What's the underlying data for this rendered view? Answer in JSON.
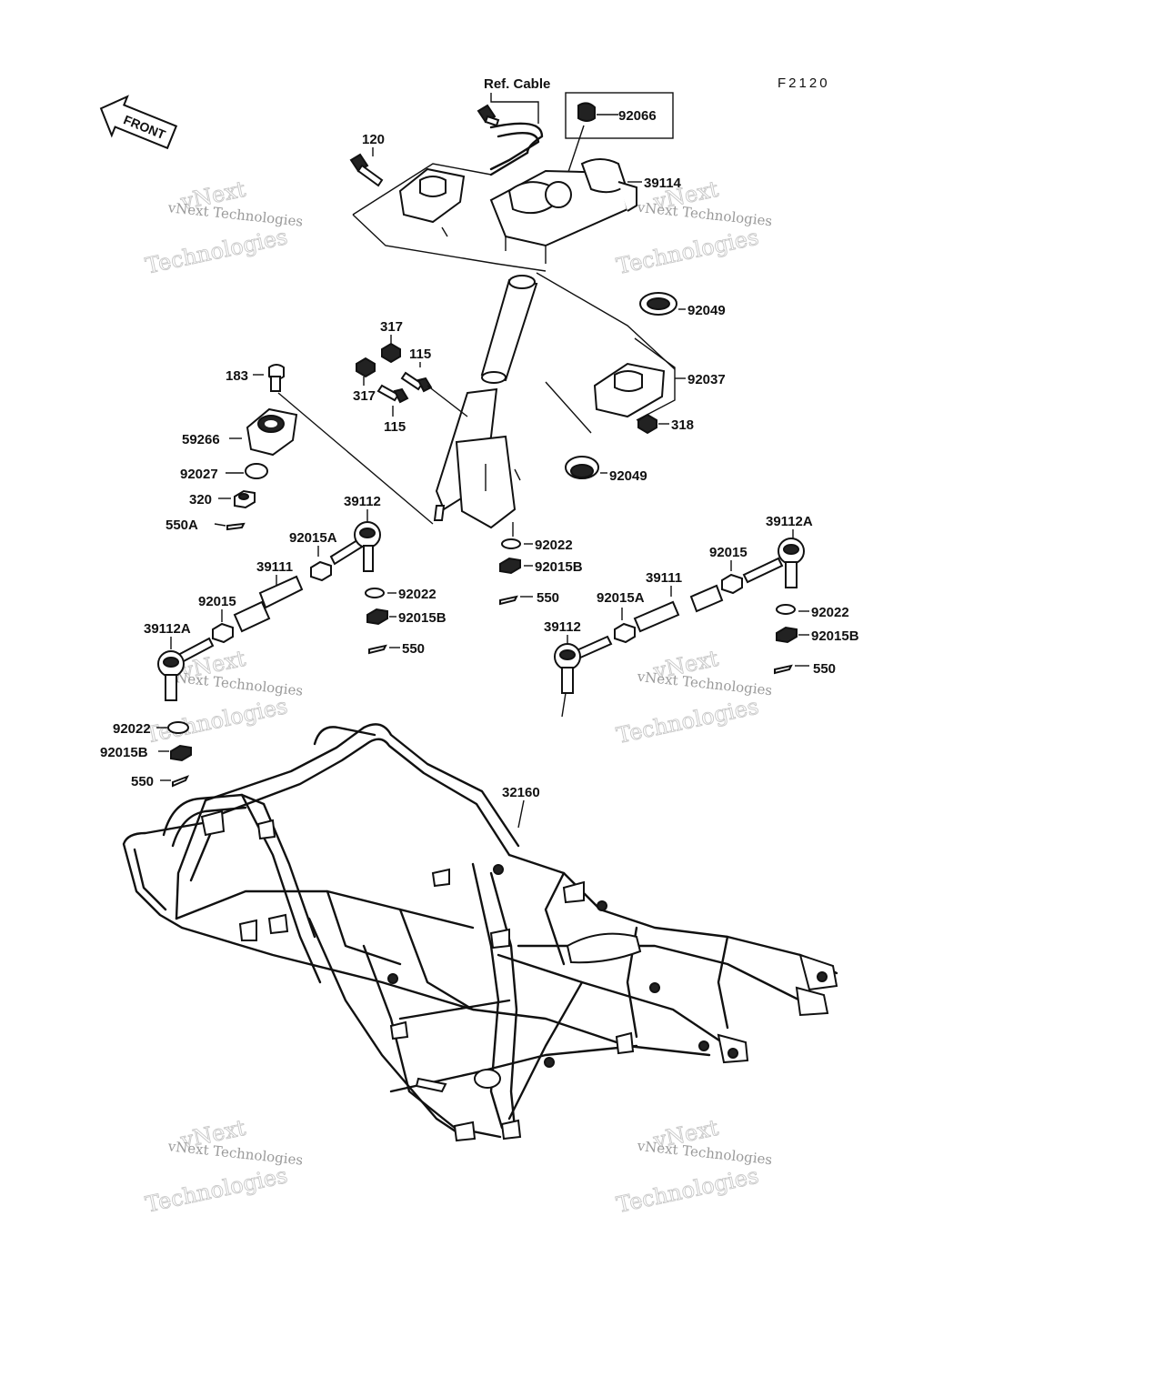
{
  "figure_code": "F2120",
  "front_label": "FRONT",
  "ref_cable_label": "Ref. Cable",
  "watermark": {
    "line1": "vNext",
    "line2": "vNext Technologies",
    "line3": "Technologies"
  },
  "part_labels": {
    "p120": "120",
    "p92066": "92066",
    "p39114": "39114",
    "p92049_top": "92049",
    "p92037": "92037",
    "p318": "318",
    "p92049_bot": "92049",
    "p317_top": "317",
    "p317_bot": "317",
    "p115_top": "115",
    "p115_bot": "115",
    "p183": "183",
    "p59266": "59266",
    "p92027": "92027",
    "p320": "320",
    "p550A": "550A",
    "p92022_c": "92022",
    "p92015B_c": "92015B",
    "p550_c": "550",
    "p39112_l": "39112",
    "p92015A_l": "92015A",
    "p39111_l": "39111",
    "p92015_l": "92015",
    "p39112A_l": "39112A",
    "p92022_l": "92022",
    "p92015B_l": "92015B",
    "p550_l": "550",
    "p92022_fl": "92022",
    "p92015B_fl": "92015B",
    "p550_fl": "550",
    "p39112A_r": "39112A",
    "p92015_r": "92015",
    "p39111_r": "39111",
    "p92015A_r": "92015A",
    "p39112_r": "39112",
    "p92022_r": "92022",
    "p92015B_r": "92015B",
    "p550_r": "550",
    "p32160": "32160"
  }
}
